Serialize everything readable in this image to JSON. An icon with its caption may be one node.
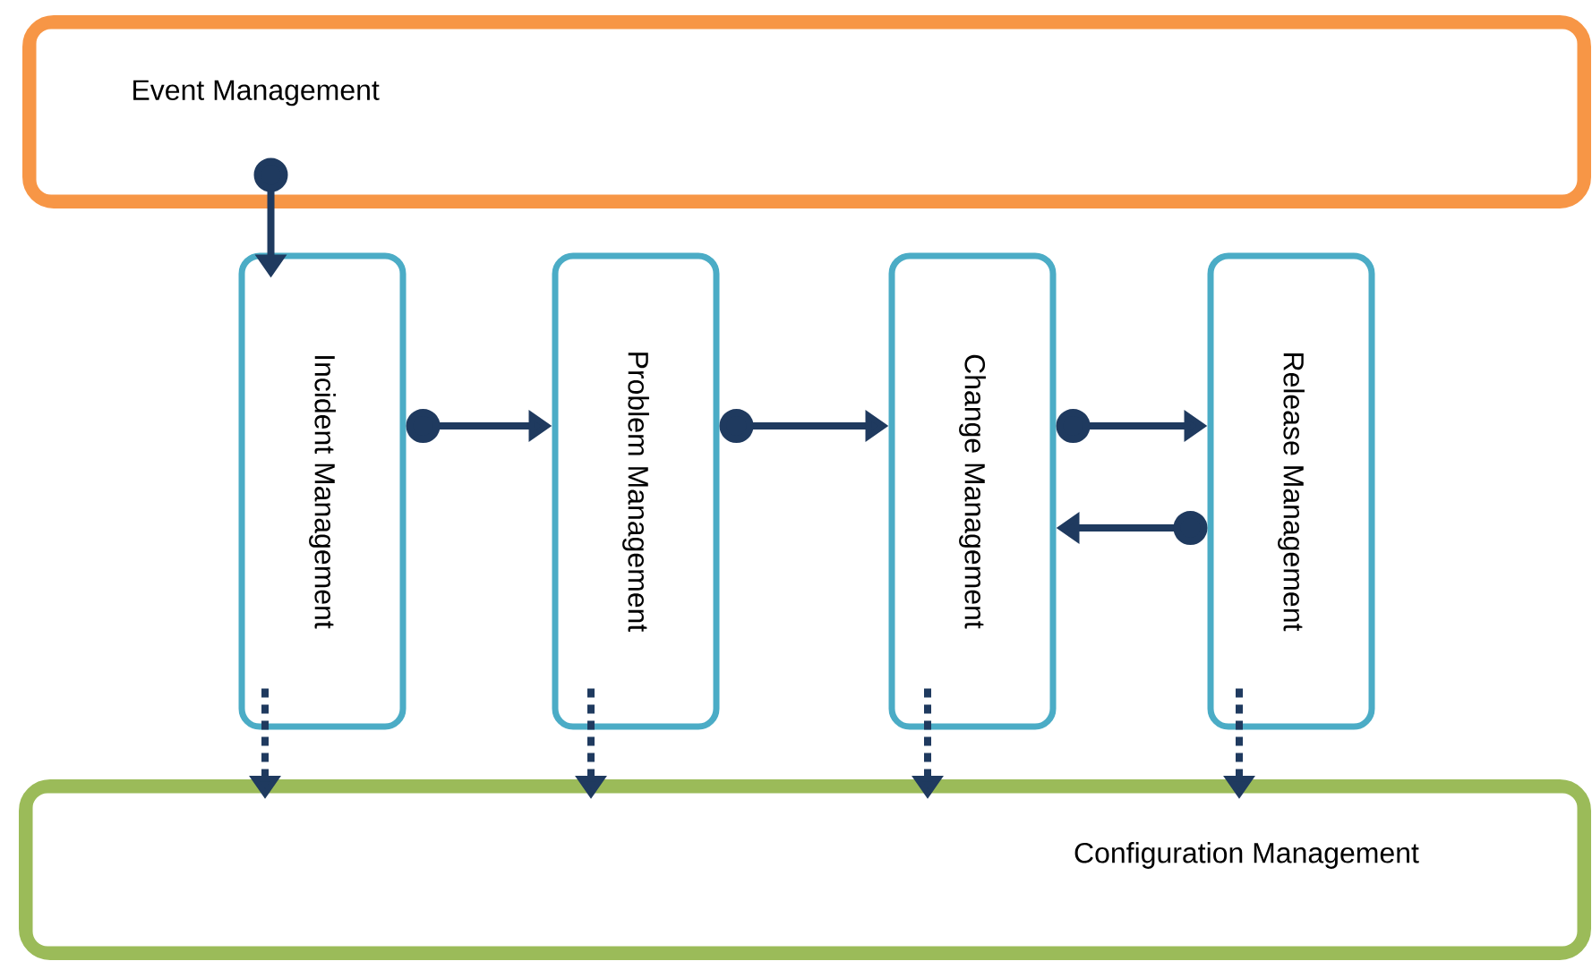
{
  "diagram": {
    "nodes": [
      {
        "text": [
          "Event Management"
        ]
      },
      {
        "text": [
          "Incident Management"
        ]
      },
      {
        "text": [
          "Problem Management"
        ]
      },
      {
        "text": [
          "Change Management"
        ]
      },
      {
        "text": [
          "Release Management"
        ]
      },
      {
        "text": [
          "Configuration Management"
        ]
      }
    ],
    "edges": [
      {
        "from": 0,
        "to": 1,
        "arrow": "to"
      },
      {
        "from": 1,
        "to": 2,
        "arrow": "to"
      },
      {
        "from": 2,
        "to": 3,
        "arrow": "to"
      },
      {
        "from": 3,
        "to": 4,
        "arrow": "to"
      },
      {
        "from": 4,
        "to": 3,
        "arrow": "to"
      },
      {
        "from": 1,
        "to": 5,
        "arrow": "to",
        "style": "dashed"
      },
      {
        "from": 2,
        "to": 5,
        "arrow": "to",
        "style": "dashed"
      },
      {
        "from": 3,
        "to": 5,
        "arrow": "to",
        "style": "dashed"
      },
      {
        "from": 4,
        "to": 5,
        "arrow": "to",
        "style": "dashed"
      }
    ]
  }
}
